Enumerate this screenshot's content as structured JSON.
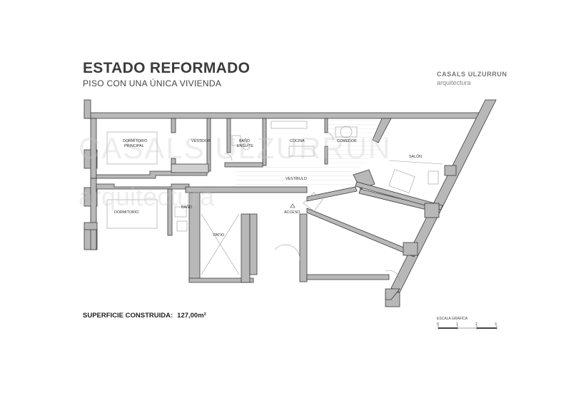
{
  "header": {
    "title": "ESTADO REFORMADO",
    "subtitle": "PISO CON UNA ÚNICA VIVIENDA"
  },
  "brand": {
    "name": "CASALS ULZURRUN",
    "tagline": "arquitectura"
  },
  "watermark": {
    "line1": "CASALS ULZURRUN",
    "line2": "arquitectura"
  },
  "rooms": {
    "dormitorio_principal_1": "DORMITORIO",
    "dormitorio_principal_2": "PRINCIPAL",
    "vestidor": "VESTIDOR",
    "bano_ensuite_1": "BAÑO",
    "bano_ensuite_2": "ENSUITE",
    "cocina": "COCINA",
    "comedor": "COMEDOR",
    "salon": "SALÓN",
    "vestibulo": "VESTÍBULO",
    "bano": "BAÑO",
    "dormitorio": "DORMITORIO",
    "patio": "PATIO",
    "acceso": "ACCESO"
  },
  "footer": {
    "surface_label": "SUPERFICIE CONSTRUIDA:",
    "surface_value": "127,00m²"
  },
  "scale": {
    "label": "ESCALA GRÁFICA",
    "ticks": [
      "0",
      "1",
      "2",
      "3"
    ]
  },
  "colors": {
    "wall": "#b8b8b8",
    "wall_outline": "#3a3a3a",
    "title": "#3b3b3b",
    "brand": "#777777"
  }
}
